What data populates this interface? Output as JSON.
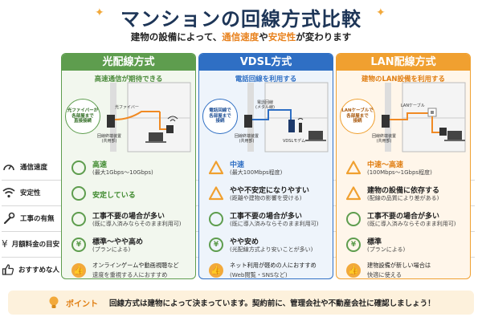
{
  "header": {
    "title": "マンションの回線方式比較",
    "subtitle_pre": "建物の設備によって、",
    "subtitle_em1": "通信速度",
    "subtitle_mid": "や",
    "subtitle_em2": "安定性",
    "subtitle_post": "が変わります"
  },
  "row_labels": [
    {
      "icon": "speedometer-icon",
      "label": "通信速度"
    },
    {
      "icon": "wifi-icon",
      "label": "安定性"
    },
    {
      "icon": "wrench-icon",
      "label": "工事の有無"
    },
    {
      "icon": "yen-icon",
      "label": "月額料金の目安"
    },
    {
      "icon": "thumbs-up-icon",
      "label": "おすすめな人"
    }
  ],
  "columns": [
    {
      "key": "fiber",
      "title": "光配線方式",
      "subtitle": "高速通信が期待できる",
      "callout": "光ファイバーが\n各部屋まで\n直接接続",
      "diagram_labels": [
        "光ファイバー",
        "回線終端装置\n(共用部)"
      ],
      "rows": [
        {
          "mark": "circle",
          "main": "高速",
          "sub": "(最大1Gbps〜10Gbps)"
        },
        {
          "mark": "circle",
          "main": "安定している",
          "sub": ""
        },
        {
          "mark": "circle",
          "main": "工事不要の場合が多い",
          "sub": "(既に導入済みならそのまま利用可)"
        },
        {
          "mark": "yen",
          "main": "標準〜やや高め",
          "sub": "(プランによる)"
        },
        {
          "mark": "thumb",
          "main": "オンラインゲームや動画視聴など",
          "sub": "速度を重視する人におすすめ"
        }
      ]
    },
    {
      "key": "vdsl",
      "title": "VDSL方式",
      "subtitle": "電話回線を利用する",
      "callout": "電話回線で\n各部屋まで\n接続",
      "diagram_labels": [
        "電話回線\n(メタル線)",
        "回線終端装置\n(共用部)",
        "VDSLモデム"
      ],
      "rows": [
        {
          "mark": "triangle",
          "main": "中速",
          "sub": "(最大100Mbps程度)"
        },
        {
          "mark": "triangle",
          "main": "やや不安定になりやすい",
          "sub": "(距離や建物の影響を受ける)"
        },
        {
          "mark": "circle",
          "main": "工事不要の場合が多い",
          "sub": "(既に導入済みならそのまま利用可)"
        },
        {
          "mark": "yen",
          "main": "やや安め",
          "sub": "(光配線方式より安いことが多い)"
        },
        {
          "mark": "thumb",
          "main": "ネット利用が軽めの人におすすめ",
          "sub": "(Web閲覧・SNSなど)"
        }
      ]
    },
    {
      "key": "lan",
      "title": "LAN配線方式",
      "subtitle": "建物のLAN設備を利用する",
      "callout": "LANケーブルで\n各部屋まで\n接続",
      "diagram_labels": [
        "LANケーブル",
        "回線終端装置\n(共用部)"
      ],
      "rows": [
        {
          "mark": "triangle",
          "main": "中速〜高速",
          "sub": "(100Mbps〜1Gbps程度)"
        },
        {
          "mark": "triangle",
          "main": "建物の設備に依存する",
          "sub": "(配線の品質により差がある)"
        },
        {
          "mark": "circle",
          "main": "工事不要の場合が多い",
          "sub": "(既に導入済みならそのまま利用可)"
        },
        {
          "mark": "yen",
          "main": "標準",
          "sub": "(プランによる)"
        },
        {
          "mark": "thumb",
          "main": "建物設備が新しい場合は",
          "sub": "快適に使える"
        }
      ]
    }
  ],
  "footer": {
    "point_label": "ポイント",
    "message": "回線方式は建物によって決まっています。契約前に、管理会社や不動産会社に確認しましょう！"
  },
  "colors": {
    "fiber": "#5e9d4e",
    "vdsl": "#2f6fc4",
    "lan": "#f0a030",
    "title": "#1d3557",
    "accent": "#e8821e"
  }
}
